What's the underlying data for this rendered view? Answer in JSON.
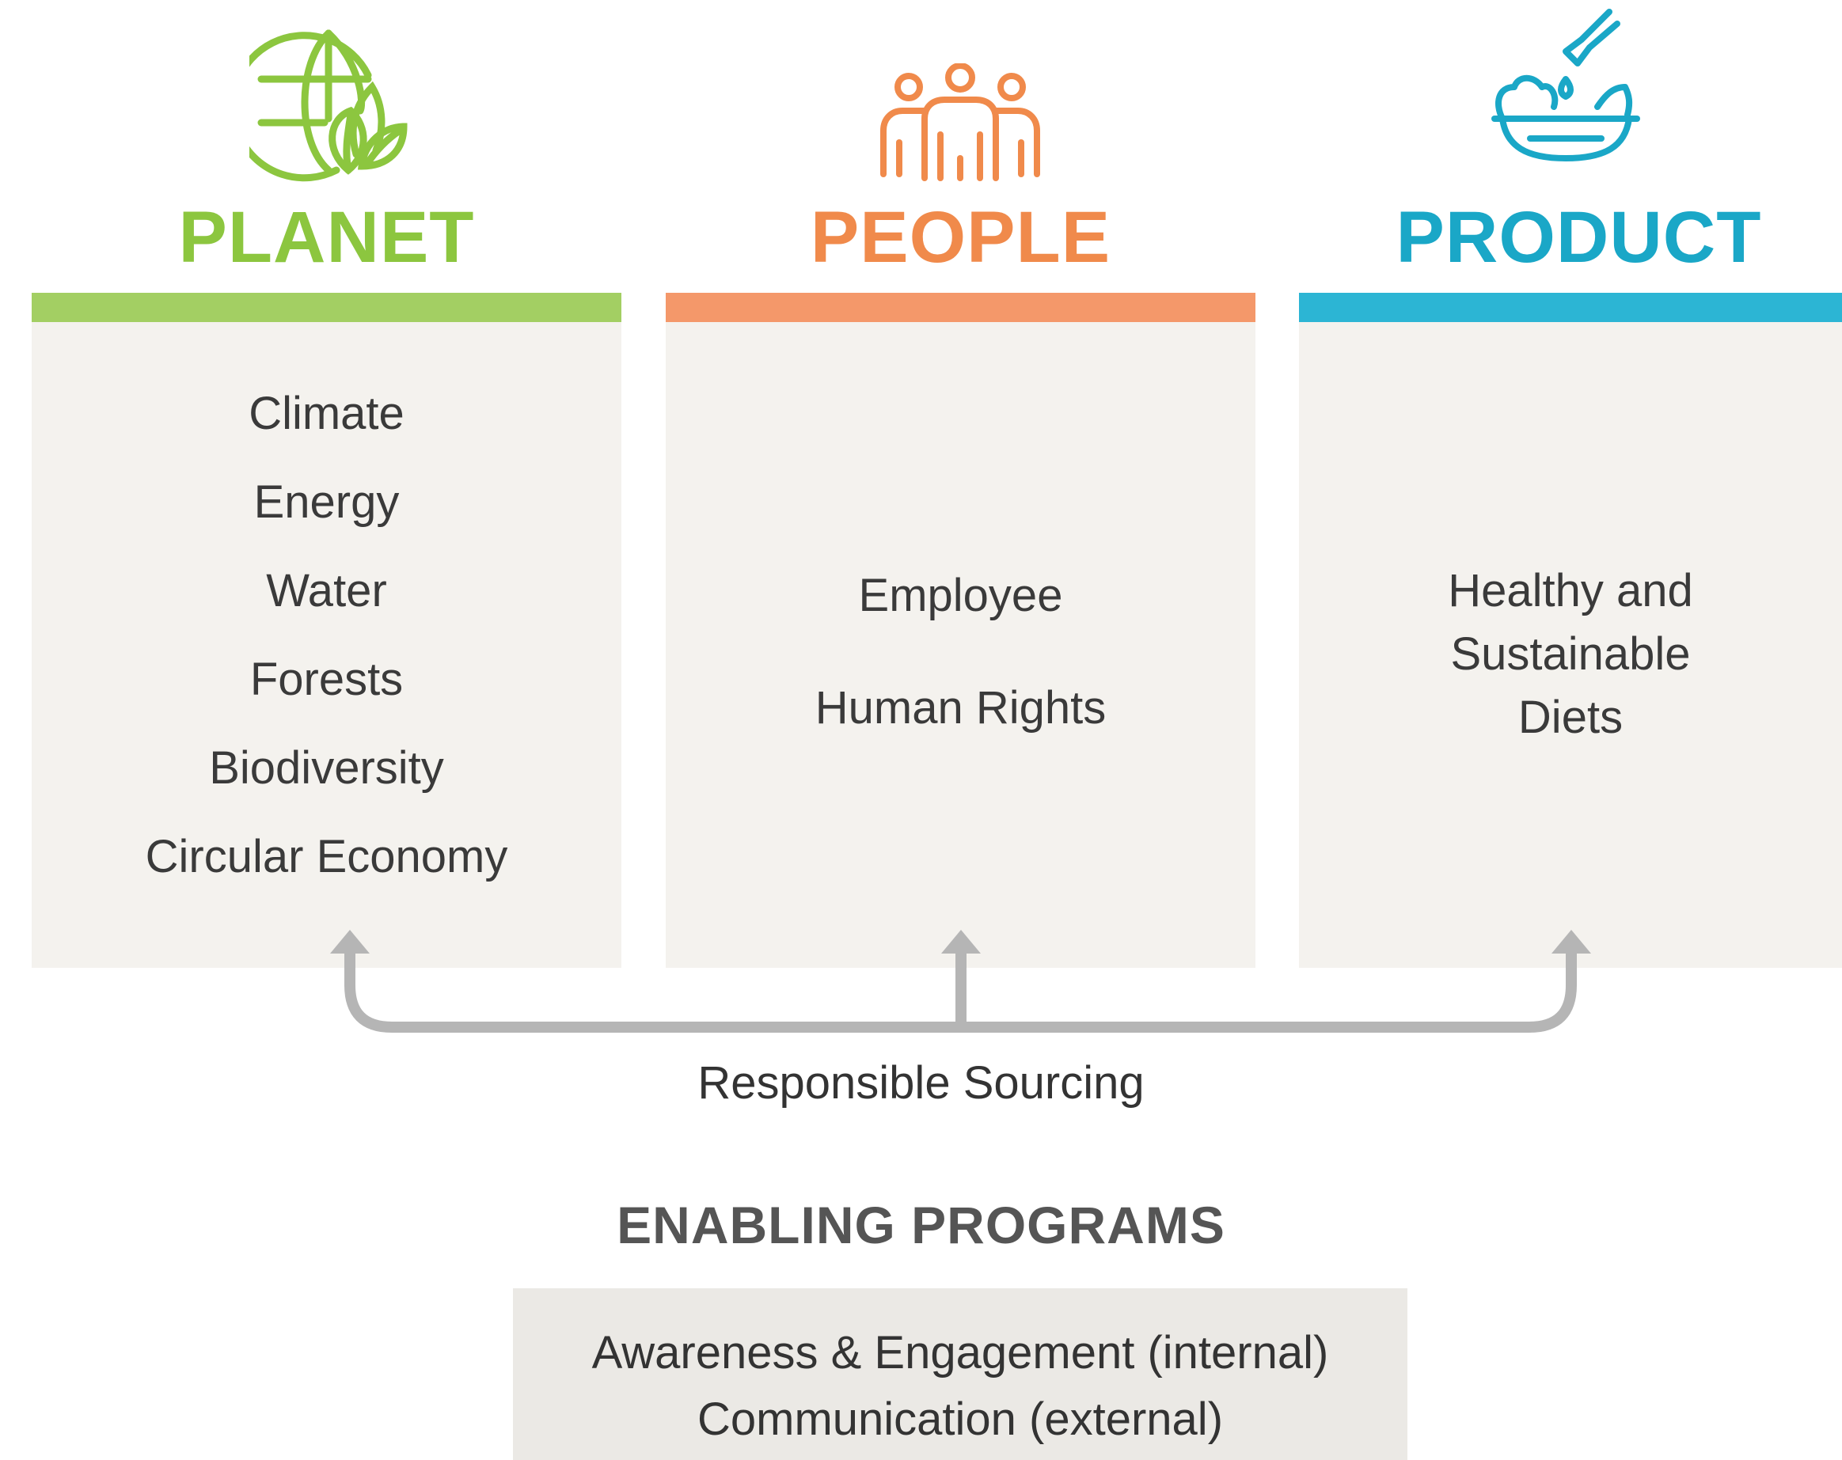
{
  "pillars": [
    {
      "title": "PLANET",
      "color": "#8cc63f",
      "icon": "globe-leaves-icon",
      "items": [
        "Climate",
        "Energy",
        "Water",
        "Forests",
        "Biodiversity",
        "Circular Economy"
      ]
    },
    {
      "title": "PEOPLE",
      "color": "#f08a4b",
      "icon": "people-group-icon",
      "items": [
        "Employee",
        "Human Rights"
      ]
    },
    {
      "title": "PRODUCT",
      "color": "#1aa7c7",
      "icon": "salad-bowl-icon",
      "items": [
        "Healthy and",
        "Sustainable",
        "Diets"
      ]
    }
  ],
  "sourcing_label": "Responsible Sourcing",
  "enabling": {
    "title": "ENABLING PROGRAMS",
    "items": [
      "Awareness & Engagement (internal)",
      "Communication (external)"
    ]
  }
}
